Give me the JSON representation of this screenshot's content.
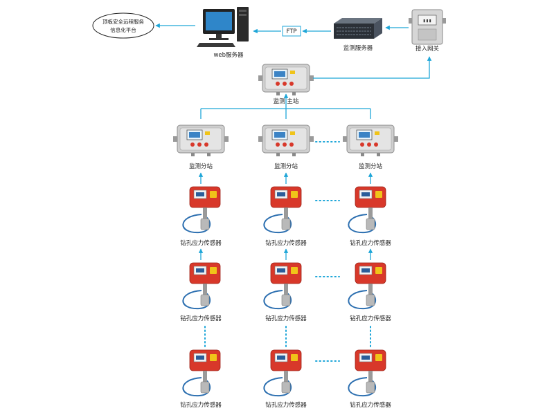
{
  "platform": {
    "line1": "顶板安全远程服务",
    "line2": "信息化平台"
  },
  "web_server": {
    "label": "web服务器"
  },
  "ftp": {
    "label": "FTP"
  },
  "monitor_server": {
    "label": "监测服务器"
  },
  "gateway": {
    "label": "接入网关"
  },
  "main_station": {
    "label": "监测  主站"
  },
  "substations": [
    {
      "label": "监测分站"
    },
    {
      "label": "监测分站"
    },
    {
      "label": "监测分站"
    }
  ],
  "sensor_label": "钻孔应力传感器",
  "colors": {
    "arrow": "#1ea6d8",
    "sensor_red": "#d8382a",
    "device_grey": "#d9d9d9"
  }
}
